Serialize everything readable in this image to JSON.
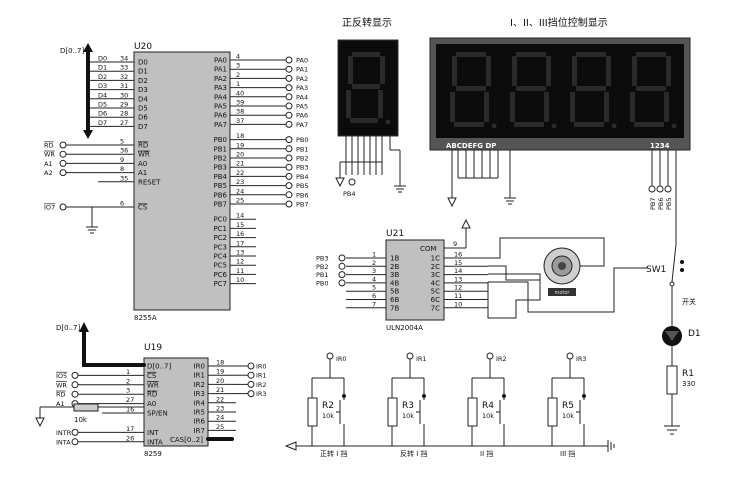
{
  "titles": {
    "direction_display": "正反转显示",
    "gear_display": "I、II、III挡位控制显示"
  },
  "u20": {
    "ref": "U20",
    "part": "8255A",
    "bus": "D[0..7]",
    "left_pins": [
      {
        "net": "D0",
        "num": "34",
        "name": "D0"
      },
      {
        "net": "D1",
        "num": "33",
        "name": "D1"
      },
      {
        "net": "D2",
        "num": "32",
        "name": "D2"
      },
      {
        "net": "D3",
        "num": "31",
        "name": "D3"
      },
      {
        "net": "D4",
        "num": "30",
        "name": "D4"
      },
      {
        "net": "D5",
        "num": "29",
        "name": "D5"
      },
      {
        "net": "D6",
        "num": "28",
        "name": "D6"
      },
      {
        "net": "D7",
        "num": "27",
        "name": "D7"
      },
      {
        "net": "RD",
        "num": "5",
        "name": "RD"
      },
      {
        "net": "WR",
        "num": "36",
        "name": "WR"
      },
      {
        "net": "A1",
        "num": "9",
        "name": "A0"
      },
      {
        "net": "A2",
        "num": "8",
        "name": "A1"
      },
      {
        "net": "",
        "num": "35",
        "name": "RESET"
      },
      {
        "net": "IO7",
        "num": "6",
        "name": "CS"
      }
    ],
    "right_pins": [
      {
        "name": "PA0",
        "num": "4",
        "net": "PA0"
      },
      {
        "name": "PA1",
        "num": "3",
        "net": "PA1"
      },
      {
        "name": "PA2",
        "num": "2",
        "net": "PA2"
      },
      {
        "name": "PA3",
        "num": "1",
        "net": "PA3"
      },
      {
        "name": "PA4",
        "num": "40",
        "net": "PA4"
      },
      {
        "name": "PA5",
        "num": "39",
        "net": "PA5"
      },
      {
        "name": "PA6",
        "num": "38",
        "net": "PA6"
      },
      {
        "name": "PA7",
        "num": "37",
        "net": "PA7"
      },
      {
        "name": "PB0",
        "num": "18",
        "net": "PB0"
      },
      {
        "name": "PB1",
        "num": "19",
        "net": "PB1"
      },
      {
        "name": "PB2",
        "num": "20",
        "net": "PB2"
      },
      {
        "name": "PB3",
        "num": "21",
        "net": "PB3"
      },
      {
        "name": "PB4",
        "num": "22",
        "net": "PB4"
      },
      {
        "name": "PB5",
        "num": "23",
        "net": "PB5"
      },
      {
        "name": "PB6",
        "num": "24",
        "net": "PB6"
      },
      {
        "name": "PB7",
        "num": "25",
        "net": "PB7"
      },
      {
        "name": "PC0",
        "num": "14",
        "net": ""
      },
      {
        "name": "PC1",
        "num": "15",
        "net": ""
      },
      {
        "name": "PC2",
        "num": "16",
        "net": ""
      },
      {
        "name": "PC3",
        "num": "17",
        "net": ""
      },
      {
        "name": "PC4",
        "num": "13",
        "net": ""
      },
      {
        "name": "PC5",
        "num": "12",
        "net": ""
      },
      {
        "name": "PC6",
        "num": "11",
        "net": ""
      },
      {
        "name": "PC7",
        "num": "10",
        "net": ""
      }
    ]
  },
  "u19": {
    "ref": "U19",
    "part": "8259",
    "bus": "D[0..7]",
    "left_pins": [
      {
        "net": "",
        "num": "",
        "name": "D[0..7]"
      },
      {
        "net": "IO5",
        "num": "1",
        "name": "CS"
      },
      {
        "net": "WR",
        "num": "2",
        "name": "WR"
      },
      {
        "net": "RD",
        "num": "3",
        "name": "RD"
      },
      {
        "net": "A1",
        "num": "27",
        "name": "A0"
      },
      {
        "net": "",
        "num": "16",
        "name": "SP/EN"
      },
      {
        "net": "INTR",
        "num": "17",
        "name": "INT"
      },
      {
        "net": "INTA",
        "num": "26",
        "name": "INTA"
      }
    ],
    "right_pins": [
      {
        "name": "IR0",
        "num": "18",
        "net": "IR0"
      },
      {
        "name": "IR1",
        "num": "19",
        "net": "IR1"
      },
      {
        "name": "IR2",
        "num": "20",
        "net": "IR2"
      },
      {
        "name": "IR3",
        "num": "21",
        "net": "IR3"
      },
      {
        "name": "IR4",
        "num": "22",
        "net": ""
      },
      {
        "name": "IR5",
        "num": "23",
        "net": ""
      },
      {
        "name": "IR6",
        "num": "24",
        "net": ""
      },
      {
        "name": "IR7",
        "num": "25",
        "net": ""
      }
    ],
    "cas": "CAS[0..2]",
    "resistor": "10k"
  },
  "u21": {
    "ref": "U21",
    "part": "ULN2004A",
    "com_pin": "9",
    "com_name": "COM",
    "inputs": [
      {
        "net": "PB3",
        "num": "1",
        "name": "1B"
      },
      {
        "net": "PB2",
        "num": "2",
        "name": "2B"
      },
      {
        "net": "PB1",
        "num": "3",
        "name": "3B"
      },
      {
        "net": "PB0",
        "num": "4",
        "name": "4B"
      },
      {
        "net": "",
        "num": "5",
        "name": "5B"
      },
      {
        "net": "",
        "num": "6",
        "name": "6B"
      },
      {
        "net": "",
        "num": "7",
        "name": "7B"
      }
    ],
    "outputs": [
      {
        "name": "1C",
        "num": "16"
      },
      {
        "name": "2C",
        "num": "15"
      },
      {
        "name": "3C",
        "num": "14"
      },
      {
        "name": "4C",
        "num": "13"
      },
      {
        "name": "5C",
        "num": "12"
      },
      {
        "name": "6C",
        "num": "11"
      },
      {
        "name": "7C",
        "num": "10"
      }
    ]
  },
  "direction_display": {
    "net": "PB4",
    "digit": "8"
  },
  "gear_display": {
    "left_pins_label": "ABCDEFG DP",
    "right_pins_label": "1234",
    "digits": [
      "8",
      "8",
      "8",
      "8"
    ],
    "nets": [
      "PB7",
      "PB6",
      "PB5"
    ]
  },
  "motor": {
    "label": "motor"
  },
  "switch": {
    "ref": "SW1",
    "label": "开关"
  },
  "led": {
    "ref": "D1"
  },
  "resistor_r1": {
    "ref": "R1",
    "value": "330"
  },
  "ir_switches": [
    {
      "net": "IR0",
      "ref": "R2",
      "value": "10k",
      "caption": "正转 I 挡"
    },
    {
      "net": "IR1",
      "ref": "R3",
      "value": "10k",
      "caption": "反转 I 挡"
    },
    {
      "net": "IR2",
      "ref": "R4",
      "value": "10k",
      "caption": "II 挡"
    },
    {
      "net": "IR3",
      "ref": "R5",
      "value": "10k",
      "caption": "III 挡"
    }
  ]
}
